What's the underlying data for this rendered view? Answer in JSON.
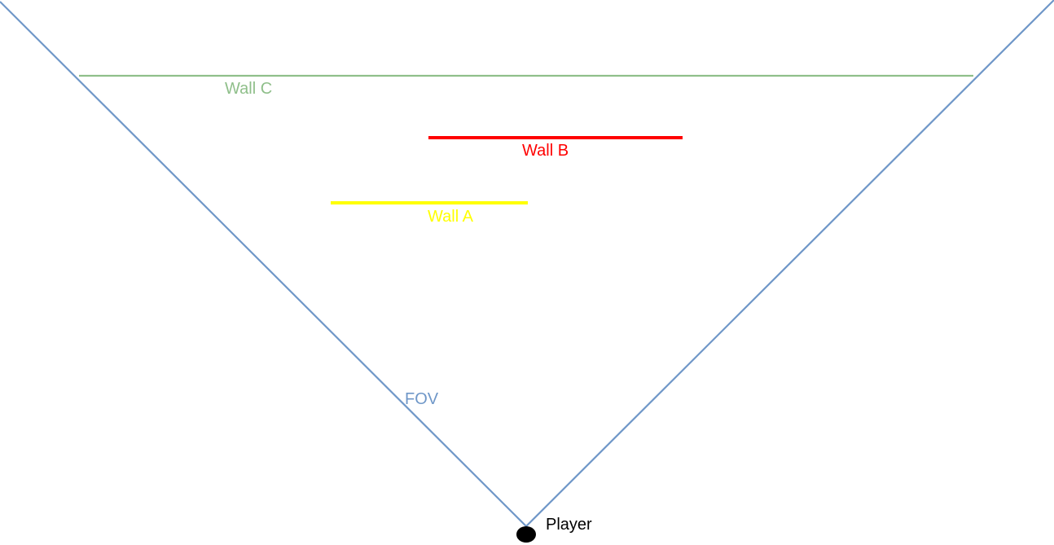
{
  "labels": {
    "wall_c": "Wall C",
    "wall_b": "Wall B",
    "wall_a": "Wall A",
    "fov": "FOV",
    "player": "Player"
  },
  "colors": {
    "fov": "#6f97c8",
    "wall_c": "#8fbf8a",
    "wall_b": "#ff0000",
    "wall_a": "#ffff00",
    "player": "#000000",
    "player_label": "#000000"
  }
}
